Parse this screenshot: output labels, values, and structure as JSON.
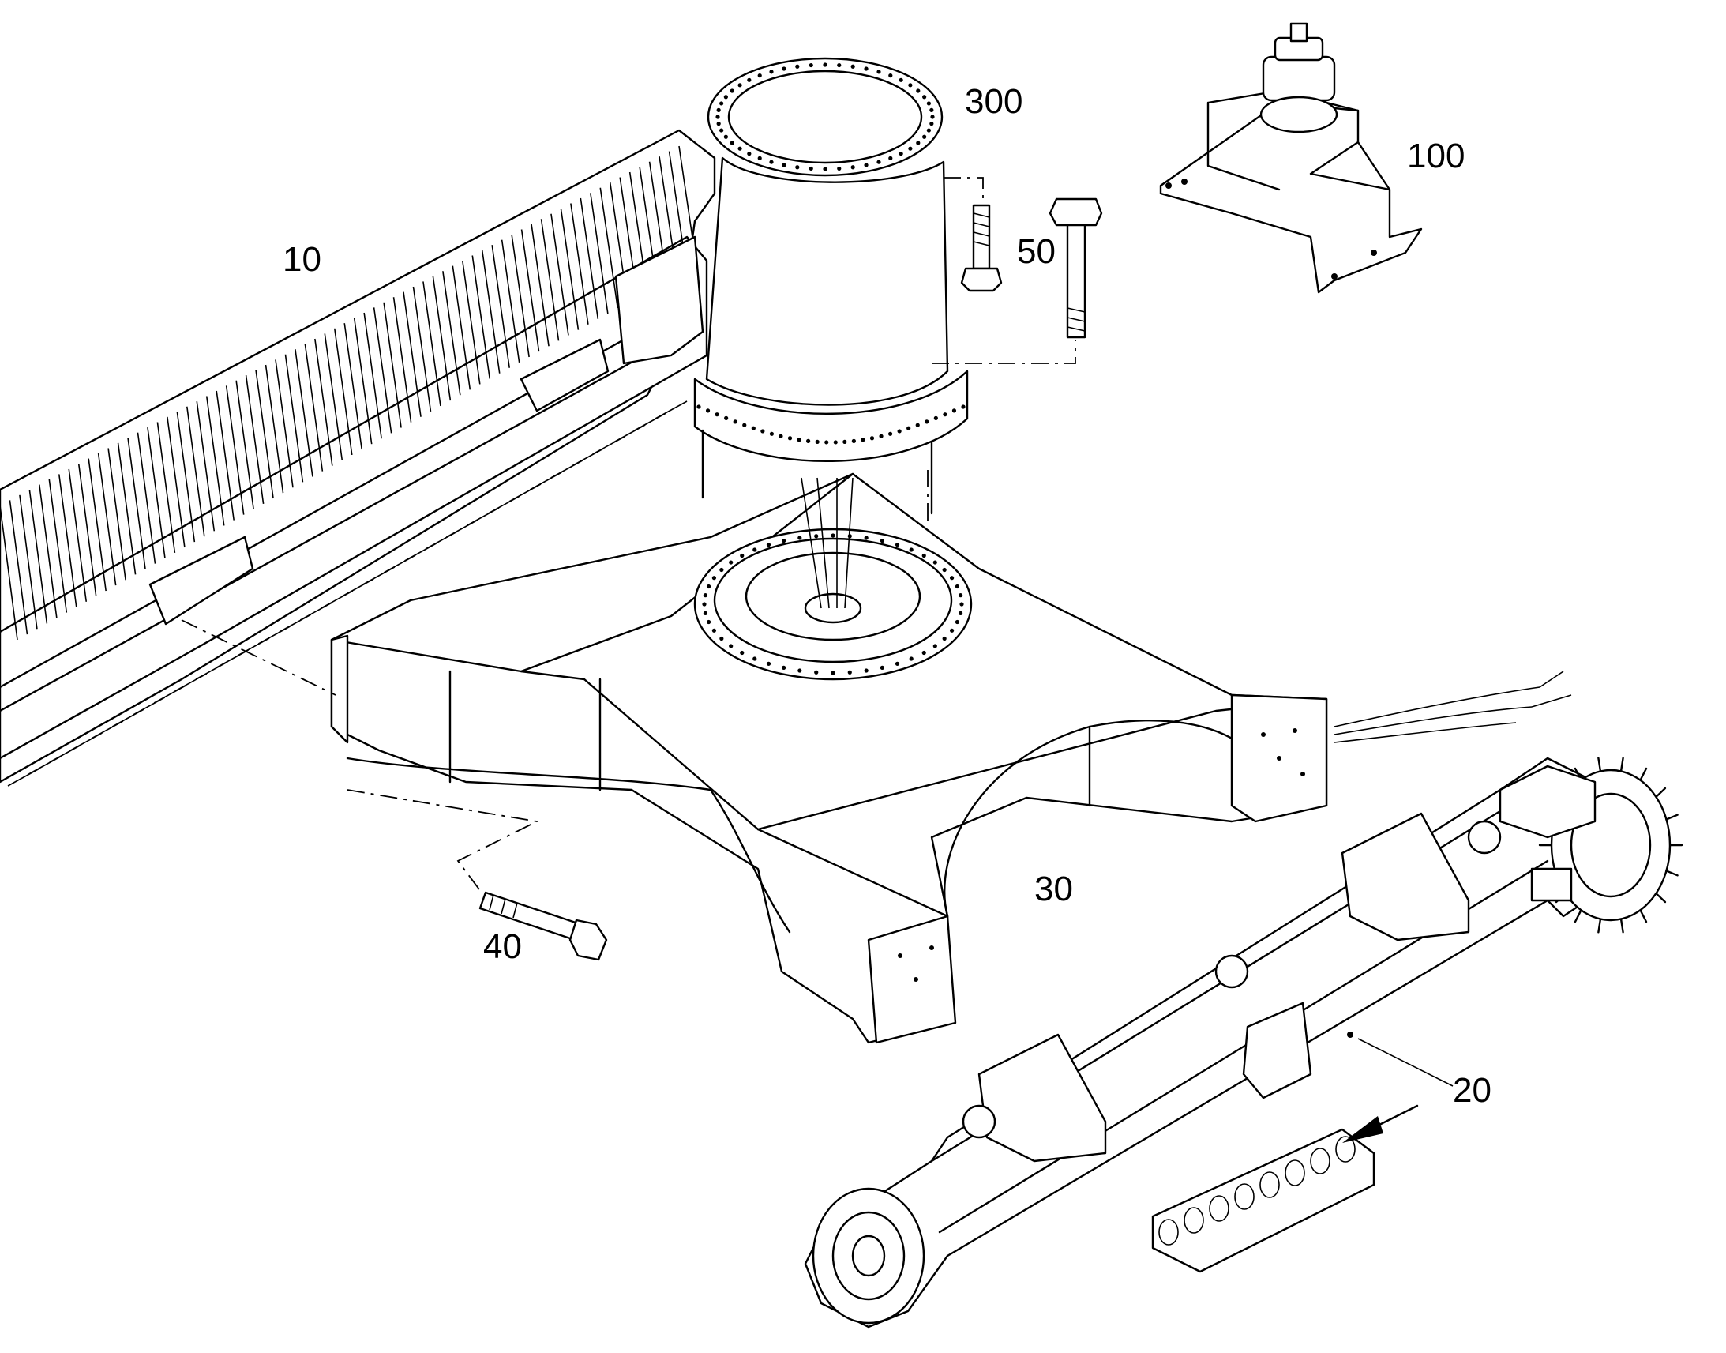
{
  "callouts": {
    "c10": "10",
    "c20": "20",
    "c30": "30",
    "c40": "40",
    "c50": "50",
    "c100": "100",
    "c300": "300"
  },
  "colors": {
    "ink": "#000000",
    "paper": "#ffffff"
  }
}
